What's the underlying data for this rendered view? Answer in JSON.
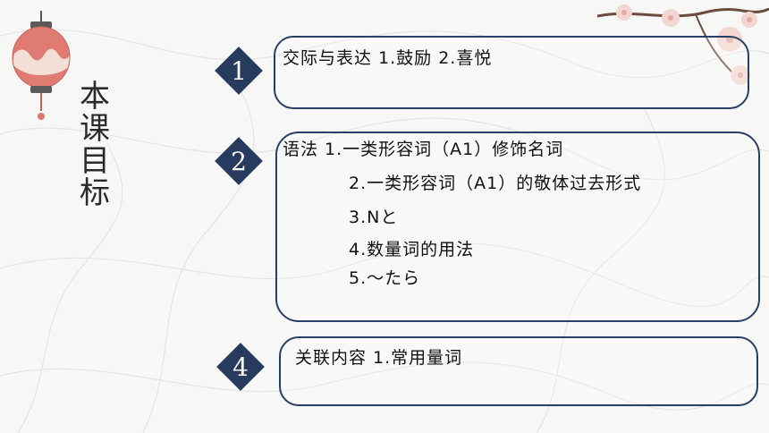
{
  "side_title": [
    "本",
    "课",
    "目",
    "标"
  ],
  "sections": [
    {
      "number": "1",
      "lines": [
        "交际与表达 1.鼓励 2.喜悦"
      ]
    },
    {
      "number": "2",
      "lines": [
        "语法 1.一类形容词（A1）修饰名词",
        "2.一类形容词（A1）的敬体过去形式",
        "3.Nと",
        "4.数量词的用法",
        "5.～たら"
      ]
    },
    {
      "number": "4",
      "lines": [
        "关联内容 1.常用量词"
      ]
    }
  ],
  "colors": {
    "accent": "#273b5e",
    "border": "#2a3f66",
    "lantern": "#d9726a"
  }
}
